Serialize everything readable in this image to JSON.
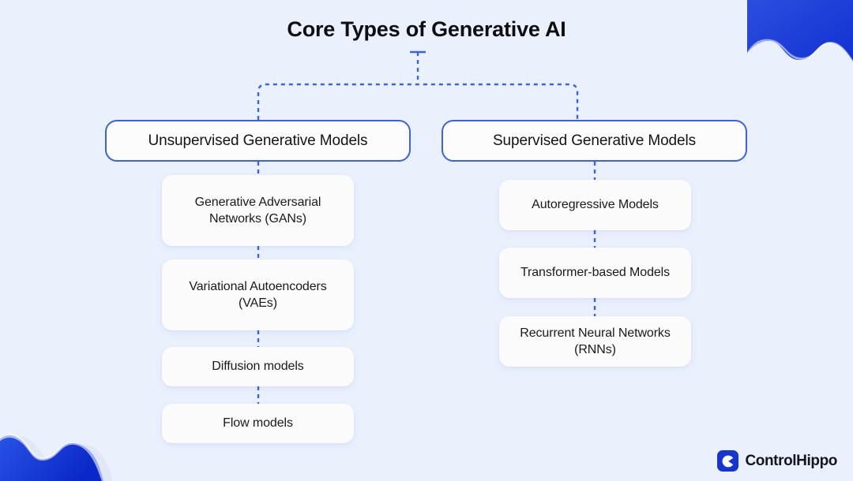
{
  "page": {
    "background_color": "#eaf1fd",
    "accent_color": "#3b63de",
    "title": "Core Types of Generative AI"
  },
  "diagram": {
    "type": "hierarchy-tree",
    "root_label": "Core Types of Generative AI",
    "branches": [
      {
        "id": "unsupervised",
        "label": "Unsupervised Generative Models",
        "children": [
          {
            "label": "Generative Adversarial Networks (GANs)"
          },
          {
            "label": "Variational Autoencoders (VAEs)"
          },
          {
            "label": "Diffusion models"
          },
          {
            "label": "Flow models"
          }
        ]
      },
      {
        "id": "supervised",
        "label": "Supervised Generative Models",
        "children": [
          {
            "label": "Autoregressive Models"
          },
          {
            "label": "Transformer-based Models"
          },
          {
            "label": "Recurrent Neural Networks (RNNs)"
          }
        ]
      }
    ]
  },
  "branding": {
    "logo_icon": "controlhippo-c-icon",
    "logo_text": "ControlHippo",
    "logo_color": "#1633d4"
  },
  "decorations": {
    "top_right_blob": "blue-wave-blob",
    "bottom_left_blob": "blue-wave-blob"
  }
}
